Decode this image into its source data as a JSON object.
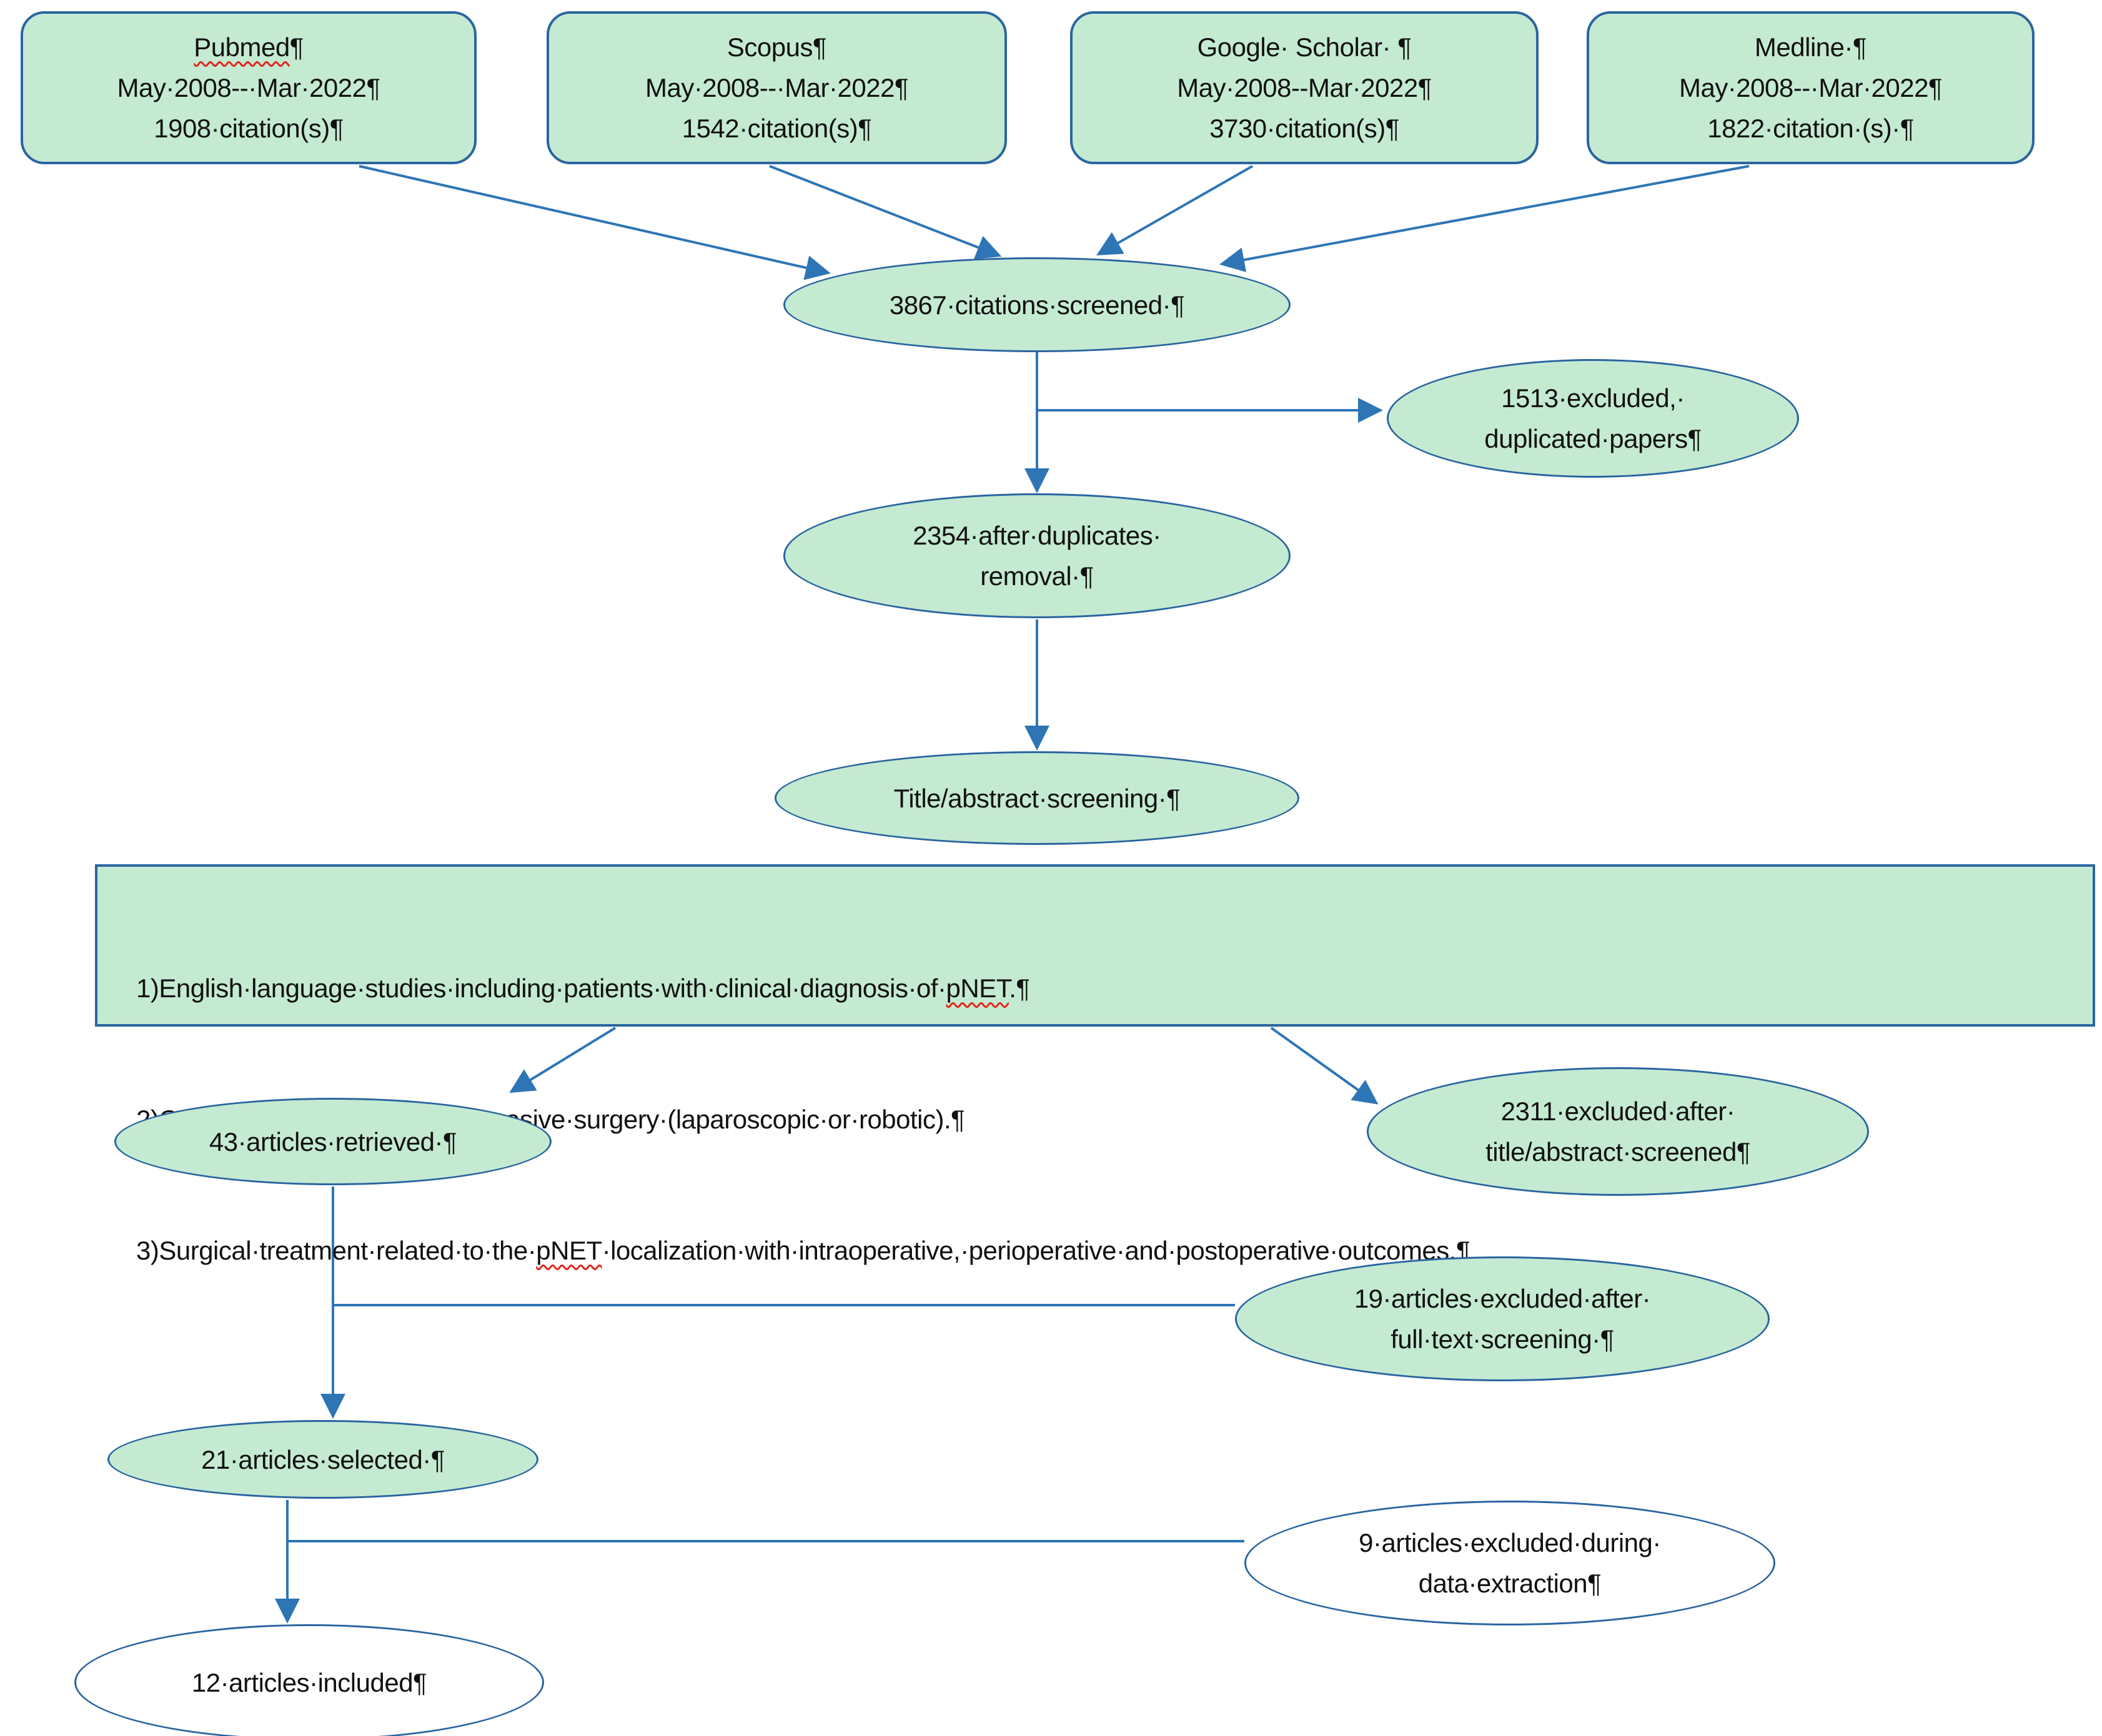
{
  "colors": {
    "node_fill_green": "#c5ead2",
    "node_fill_white": "#ffffff",
    "node_border": "#2a65a0",
    "arrow": "#2e75b6",
    "text": "#111111",
    "spellcheck": "#e2241b"
  },
  "sources": [
    {
      "title_main": "Pubmed",
      "title_rest": "¶",
      "dates": "May·2008--·Mar·2022¶",
      "count": "1908·citation(s)¶",
      "spellcheck_flagged": true
    },
    {
      "title_main": "Scopus",
      "title_rest": "¶",
      "dates": "May·2008--·Mar·2022¶",
      "count": "1542·citation(s)¶",
      "spellcheck_flagged": false
    },
    {
      "title_main": "Google· Scholar·",
      "title_rest": " ¶",
      "dates": "May·2008--Mar·2022¶",
      "count": "3730·citation(s)¶",
      "spellcheck_flagged": false
    },
    {
      "title_main": "Medline·",
      "title_rest": "¶",
      "dates": "May·2008--·Mar·2022¶",
      "count": "1822·citation·(s)·¶",
      "spellcheck_flagged": false
    }
  ],
  "flow": {
    "screened": "3867·citations·screened·¶",
    "excluded_duplicates": [
      "1513·excluded,·",
      "duplicated·papers¶"
    ],
    "after_duplicates": [
      "2354·after·duplicates·",
      "removal·¶"
    ],
    "title_abstract_screening": "Title/abstract·screening·¶",
    "articles_retrieved": "43·articles·retrieved·¶",
    "excluded_after_title_abstract": [
      "2311·excluded·after·",
      "title/abstract·screened¶"
    ],
    "excluded_after_full_text": [
      "19·articles·excluded·after·",
      "full·text·screening·¶"
    ],
    "articles_selected": "21·articles·selected·¶",
    "excluded_data_extraction": [
      "9·articles·excluded·during·",
      "data·extraction¶"
    ],
    "articles_included": "12·articles·included¶"
  },
  "criteria": {
    "line1": {
      "pre": "1)English·language·studies·including·patients·with·clinical·diagnosis·of·",
      "flagged": "pNET",
      "post": ".¶"
    },
    "line2": {
      "pre": "2)Open·surgery·vs·minimally·invasive·surgery·(laparoscopic·or·robotic).¶",
      "flagged": "",
      "post": ""
    },
    "line3": {
      "pre": "3)Surgical·treatment·related·to·the·",
      "flagged": "pNET",
      "post": "·localization·with·intraoperative,·perioperative·and·postoperative·outcomes.¶"
    }
  }
}
